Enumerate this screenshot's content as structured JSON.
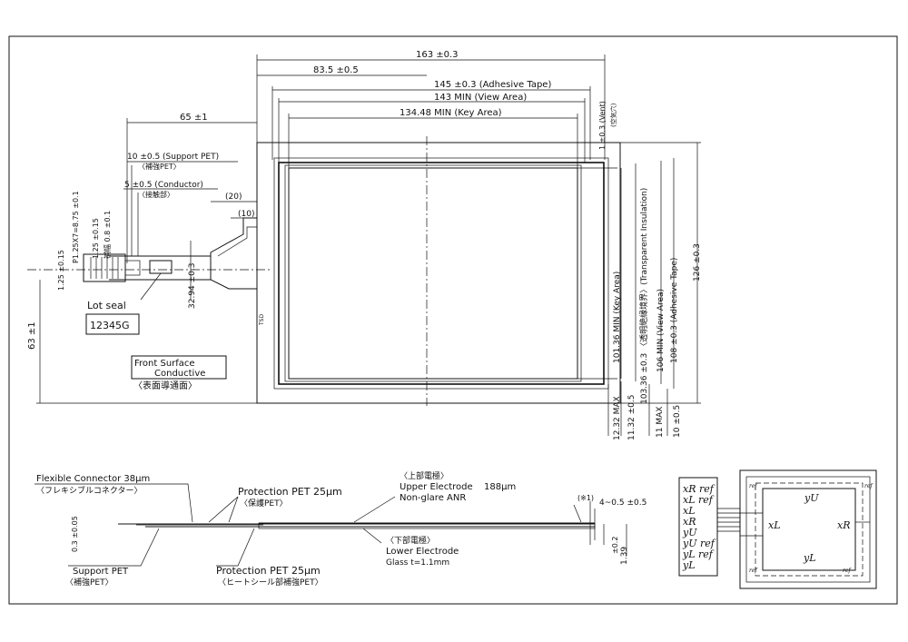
{
  "dims": {
    "top": [
      "163 ±0.3",
      "83.5 ±0.5",
      "145 ±0.3  (Adhesive Tape)",
      "143 MIN  (View Area)",
      "134.48 MIN  (Key Area)",
      "65 ±1"
    ],
    "vent": [
      "1 ±0.3 (Vent)",
      "(空気穴)"
    ],
    "left_texts": [
      "10 ±0.5 (Support PET)",
      "〈補強PET〉",
      "5 ±0.5 (Conductor)",
      "〈接触部〉",
      "(20)",
      "(10)"
    ],
    "left_vertical": [
      "1.25 ±0.15",
      "P1.25X7=8.75 ±0.1",
      "1.25 ±0.15",
      "補幅 0.8 ±0.1",
      "32.94 ±0.3",
      "63 ±1"
    ],
    "right_vertical": [
      "101.36 MIN (Key Area)",
      "103.36 ±0.3 〈透明絶縁境界〉(Transparent Insulation)",
      "106 MIN (View Area)",
      "108 ±0.3 (Adhesive Tape)",
      "126 ±0.3"
    ],
    "bottom_vertical": [
      "12.32 MAX",
      "11.32 ±0.5",
      "11 MAX",
      "10 ±0.5"
    ]
  },
  "labels": {
    "lot_seal": "Lot seal",
    "lot_number": "12345G",
    "front_surface": [
      "Front Surface",
      "Conductive",
      "〈表面導通面〉"
    ],
    "tsd": "TSD"
  },
  "section": {
    "flex_connector": "Flexible Connector 38μm",
    "flex_connector_jp": "〈フレキシブルコネクター〉",
    "protection_pet_top": "Protection PET 25μm",
    "protection_pet_top_jp": "〈保護PET〉",
    "upper_electrode_jp": "〈上部電極〉",
    "upper_electrode": "Upper Electrode",
    "upper_thickness": "188μm",
    "upper_finish": "Non-glare  ANR",
    "lower_electrode_jp": "〈下部電極〉",
    "lower_electrode": "Lower Electrode",
    "glass": "Glass t=1.1mm",
    "support_pet": "Support PET",
    "support_pet_jp": "〈補強PET〉",
    "protection_pet_bottom": "Protection PET 25μm",
    "protection_pet_bottom_jp": "〈ヒートシール部補強PET〉",
    "note_mark": "(※1)",
    "edge_dim": "4~0.5 ±0.5",
    "left_thickness": "0.3 ±0.05",
    "right_thickness_a": "±0.2",
    "right_thickness_b": "1.39"
  },
  "pinout": [
    "xR ref",
    "xL ref",
    "xL",
    "xR",
    "yU",
    "yU ref",
    "yL ref",
    "yL"
  ],
  "schematic": {
    "yU": "yU",
    "yL": "yL",
    "xL": "xL",
    "xR": "xR",
    "ref": "ref"
  }
}
